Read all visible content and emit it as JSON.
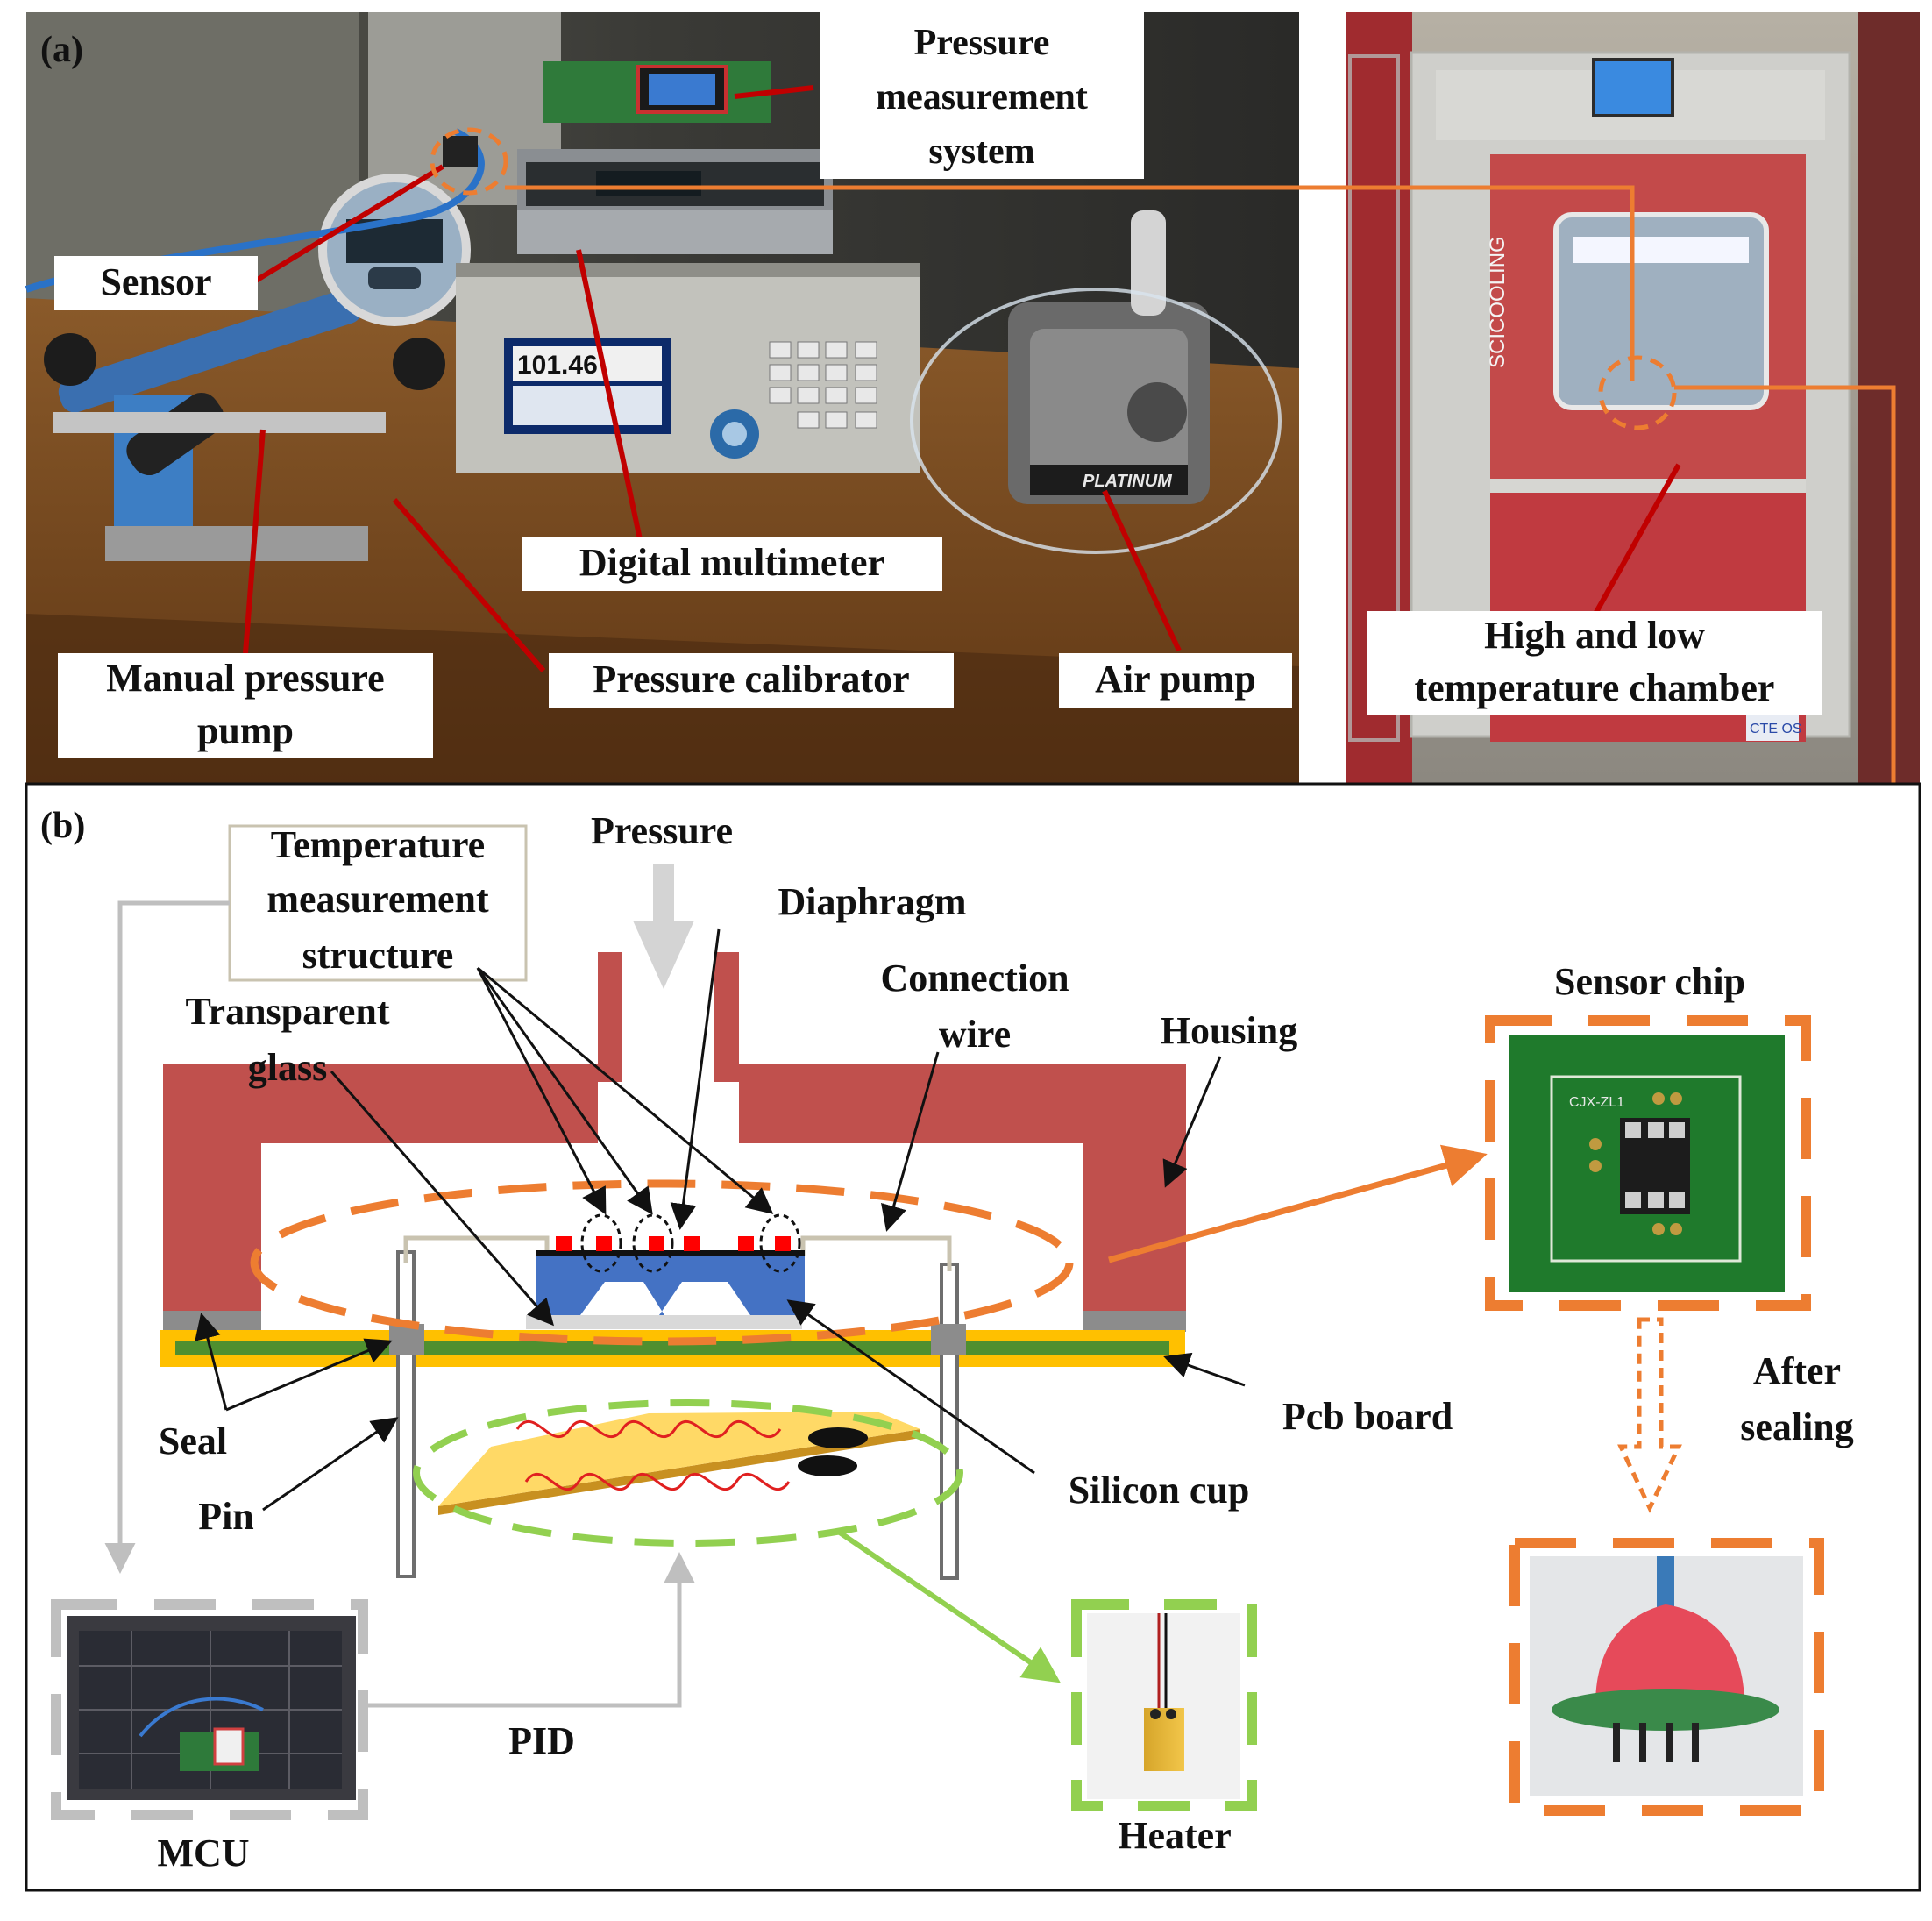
{
  "panel_a": {
    "tag": "(a)",
    "labels": {
      "pms_1": "Pressure",
      "pms_2": "measurement",
      "pms_3": "system",
      "sensor": "Sensor",
      "multimeter": "Digital multimeter",
      "manual_pump_1": "Manual pressure",
      "manual_pump_2": "pump",
      "calibrator": "Pressure calibrator",
      "air_pump": "Air pump",
      "chamber_1": "High and low",
      "chamber_2": "temperature chamber"
    },
    "screen_readings": {
      "calibrator_value": "101.46"
    },
    "device_markings": {
      "chamber_brand": "SCICOOLING",
      "pump_brand": "PLATINUM",
      "chamber_badge": "CTE OS"
    }
  },
  "panel_b": {
    "tag": "(b)",
    "labels": {
      "temp_struct_1": "Temperature",
      "temp_struct_2": "measurement",
      "temp_struct_3": "structure",
      "pressure": "Pressure",
      "diaphragm": "Diaphragm",
      "connection_1": "Connection",
      "connection_2": "wire",
      "housing": "Housing",
      "transparent_1": "Transparent",
      "transparent_2": "glass",
      "seal": "Seal",
      "pin": "Pin",
      "pcb": "Pcb board",
      "silicon_cup": "Silicon cup",
      "sensor_chip": "Sensor chip",
      "after_sealing_1": "After",
      "after_sealing_2": "sealing",
      "mcu": "MCU",
      "pid": "PID",
      "heater": "Heater",
      "chip_marking": "CJX-ZL1"
    }
  },
  "colors": {
    "housing": "#c0504d",
    "pcb_yellow": "#ffc000",
    "pcb_green": "#4f8f2f",
    "orange": "#ed7d31",
    "green_dash": "#92d050",
    "gray_arrow": "#bfbfbf",
    "blue_chip": "#4472c4",
    "red_pad": "#ff0000",
    "leader_red": "#c00000"
  }
}
